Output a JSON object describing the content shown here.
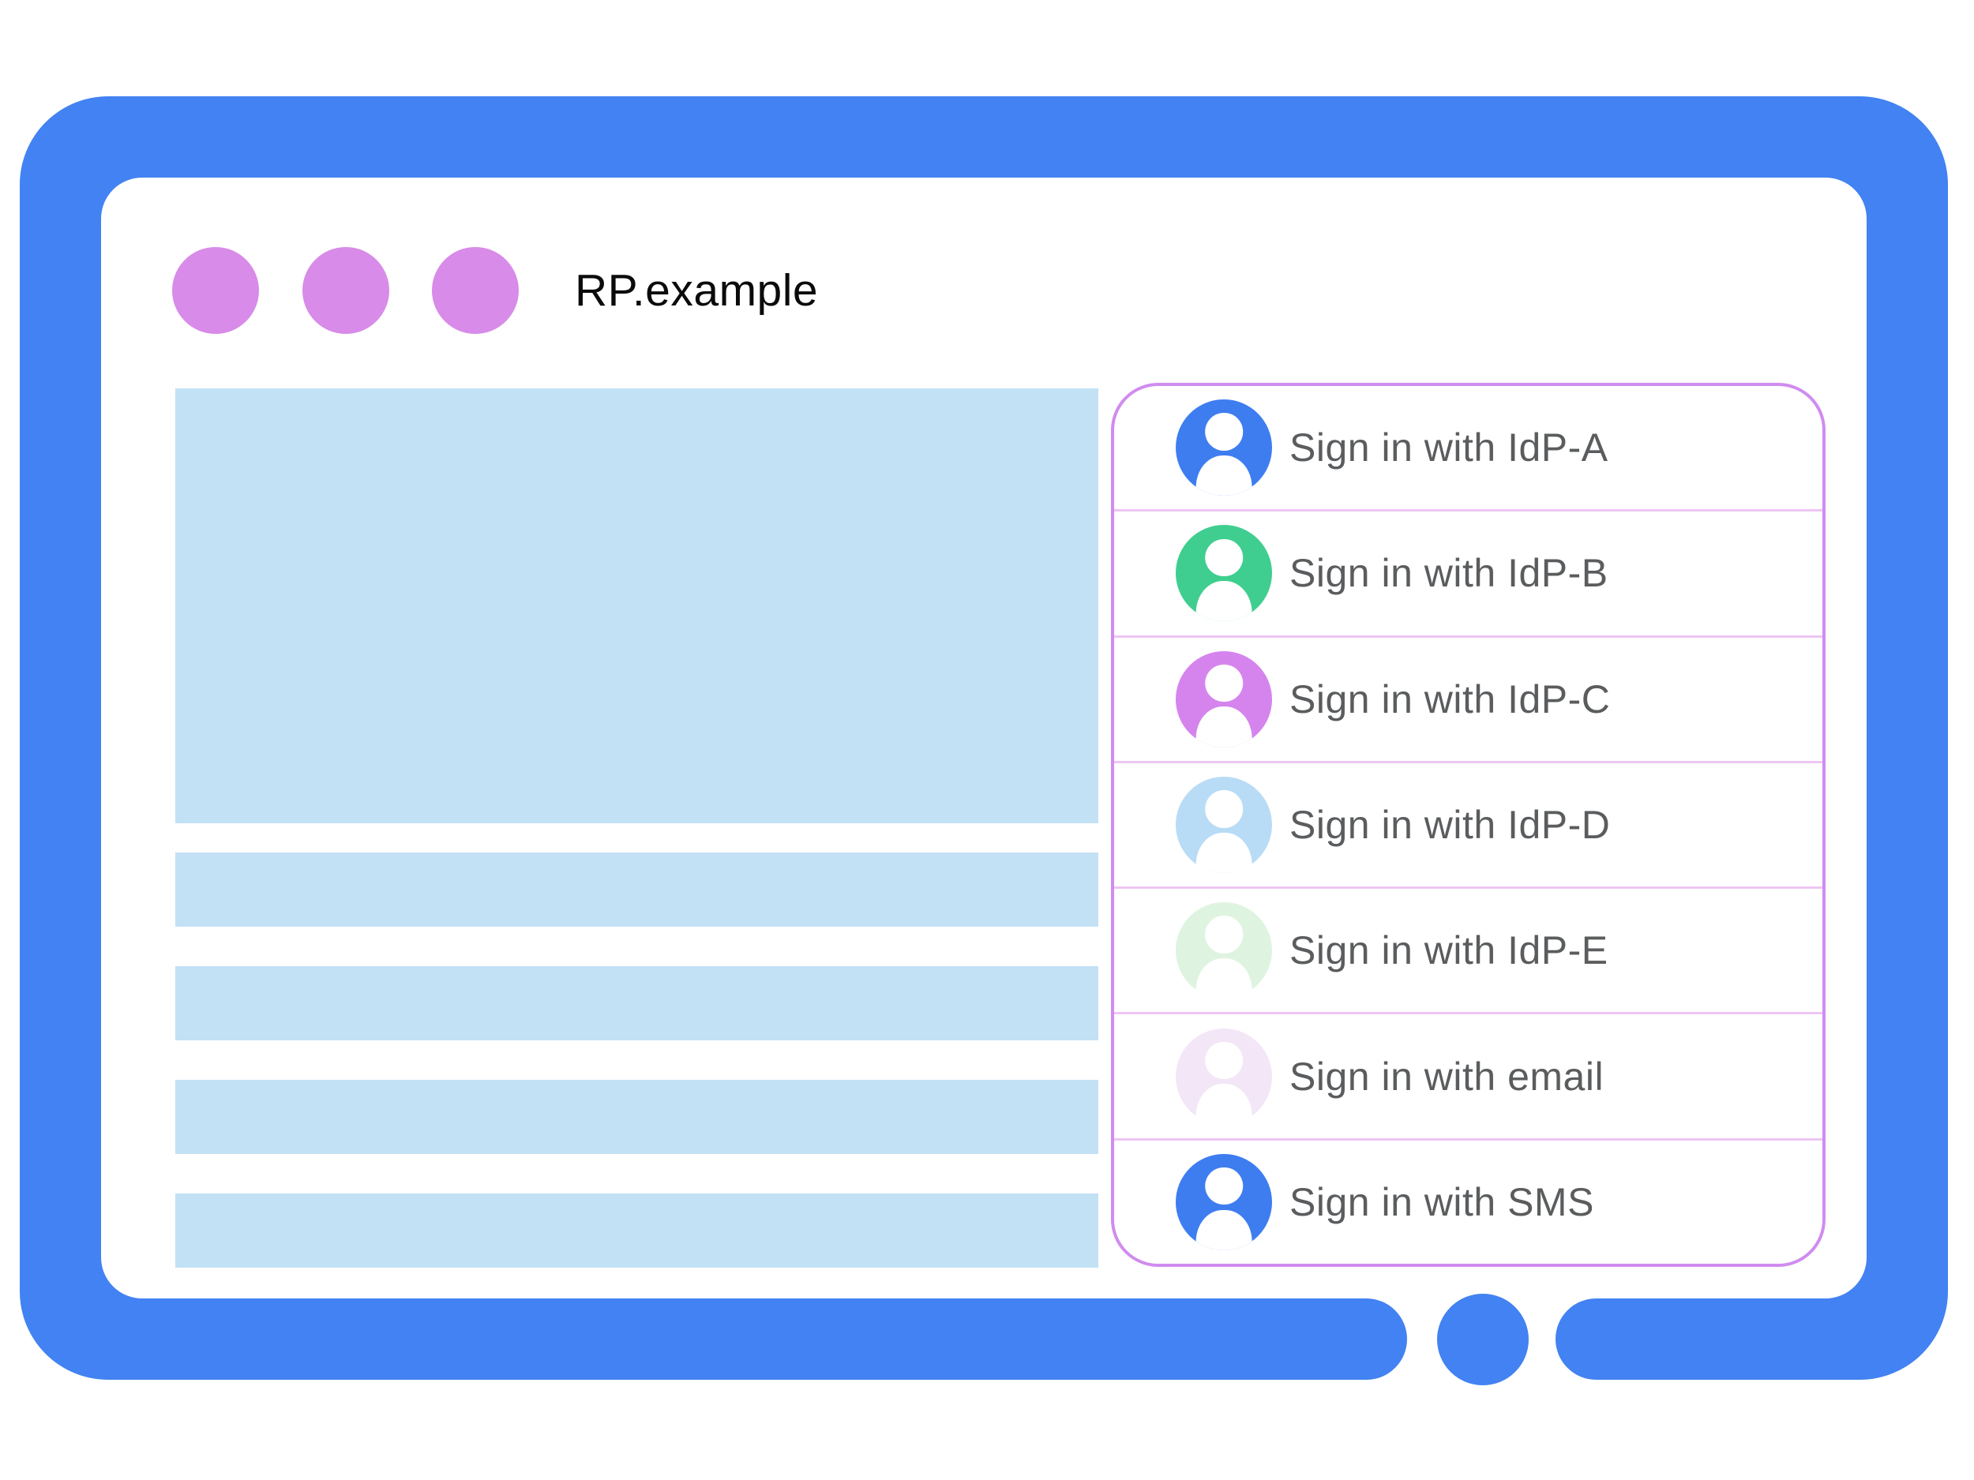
{
  "window": {
    "title": "RP.example",
    "dots_count": 3
  },
  "colors": {
    "frame_blue": "#4282f2",
    "window_dot": "#d88be8",
    "content_placeholder": "#c3e1f5",
    "panel_border": "#d08cef",
    "panel_divider": "#edc6f3",
    "label_gray": "#5a5c5e",
    "title_black": "#0b0b0b",
    "avatar_silhouette": "#ffffff"
  },
  "signin_panel": {
    "items": [
      {
        "label": "Sign in with IdP-A",
        "avatar_color": "#3e7df0"
      },
      {
        "label": "Sign in with IdP-B",
        "avatar_color": "#3fce8f"
      },
      {
        "label": "Sign in with IdP-C",
        "avatar_color": "#d584ee"
      },
      {
        "label": "Sign in with IdP-D",
        "avatar_color": "#b9dcf6"
      },
      {
        "label": "Sign in with IdP-E",
        "avatar_color": "#def4e0"
      },
      {
        "label": "Sign in with email",
        "avatar_color": "#f3e6f7"
      },
      {
        "label": "Sign in with SMS",
        "avatar_color": "#3e7df0"
      }
    ]
  }
}
